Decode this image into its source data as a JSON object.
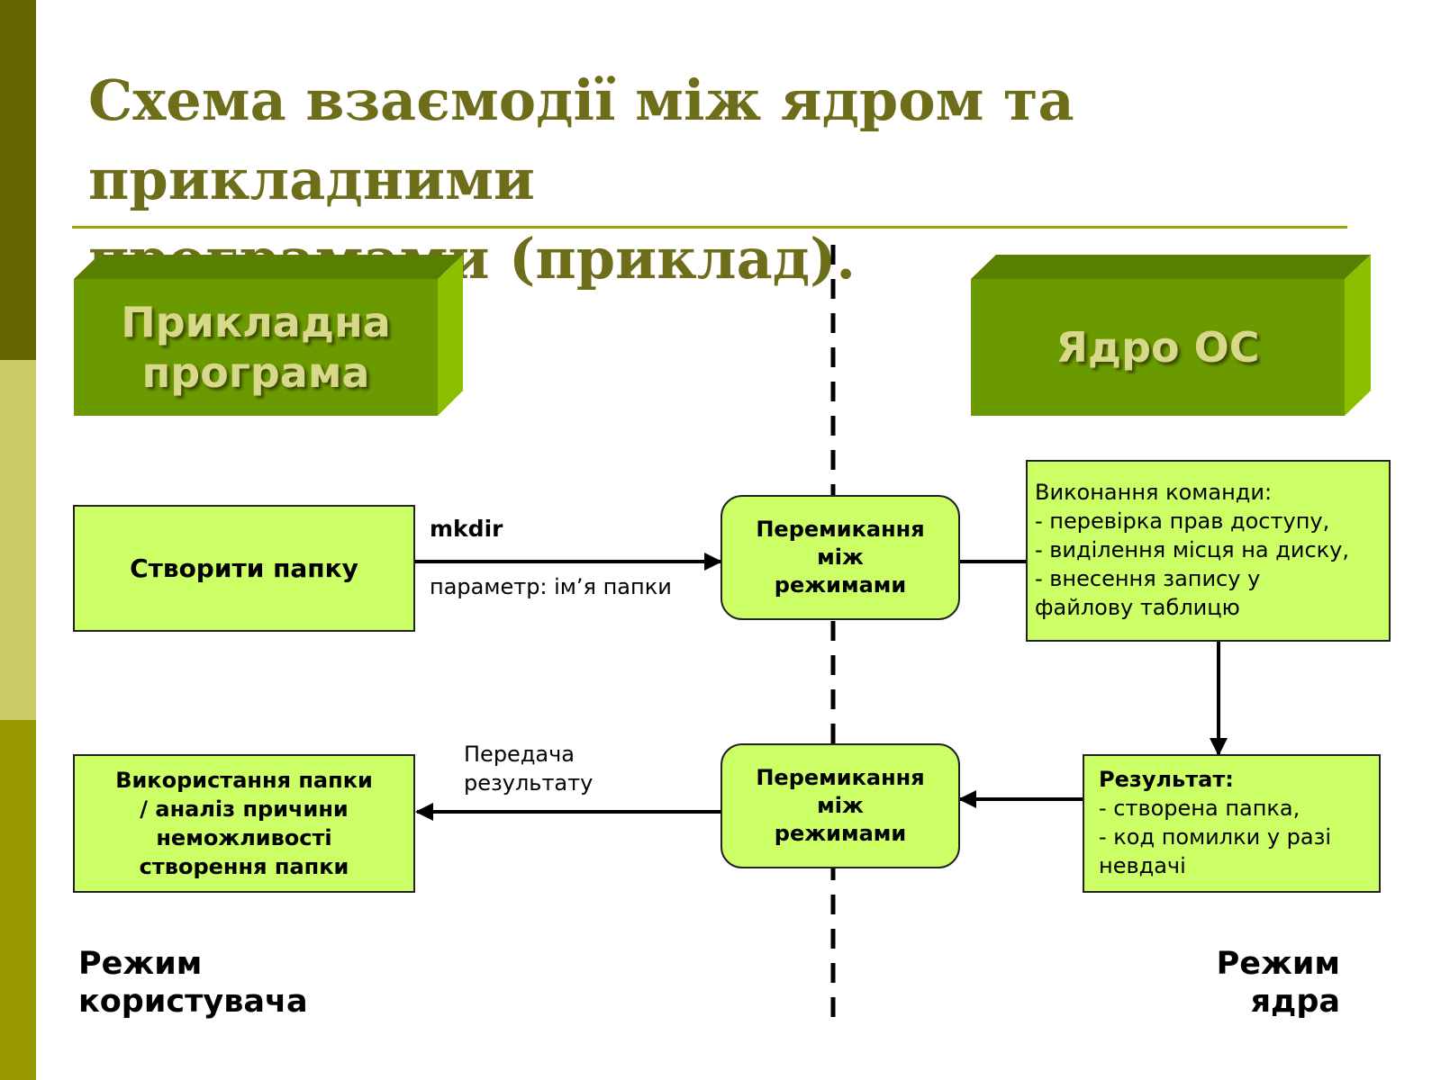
{
  "title_line1": "Схема взаємодії між ядром та прикладними",
  "title_line2": "програмами (приклад).",
  "colors": {
    "title": "#6e6e1a",
    "sidebar_dark": "#666600",
    "sidebar_light": "#cccc66",
    "sidebar_mid": "#999900",
    "box3d_front": "#6b9a00",
    "box3d_top": "#587f00",
    "box3d_side": "#8cbf00",
    "box_fill": "#ccff66"
  },
  "header_boxes": {
    "app": {
      "line1": "Прикладна",
      "line2": "програма"
    },
    "kernel": {
      "label": "Ядро ОС"
    }
  },
  "boxes": {
    "create_folder": "Створити папку",
    "use_folder": {
      "line1": "Використання папки",
      "line2": "/ аналіз причини",
      "line3": "неможливості",
      "line4": "створення папки"
    },
    "switch_top": {
      "line1": "Перемикання",
      "line2": "між",
      "line3": "режимами"
    },
    "switch_bottom": {
      "line1": "Перемикання",
      "line2": "між",
      "line3": "режимами"
    },
    "execution": {
      "line1": "Виконання команди:",
      "line2": "- перевірка прав доступу,",
      "line3": "- виділення місця на диску,",
      "line4": "- внесення запису у",
      "line5": "файлову таблицю"
    },
    "result": {
      "heading": "Результат:",
      "line1": "- створена папка,",
      "line2": "- код помилки у разі",
      "line3": "невдачі"
    }
  },
  "labels": {
    "mkdir": "mkdir",
    "param": "параметр: ім’я папки",
    "transfer_line1": "Передача",
    "transfer_line2": "результату"
  },
  "modes": {
    "user_line1": "Режим",
    "user_line2": "користувача",
    "kernel_line1": "Режим",
    "kernel_line2": "ядра"
  }
}
